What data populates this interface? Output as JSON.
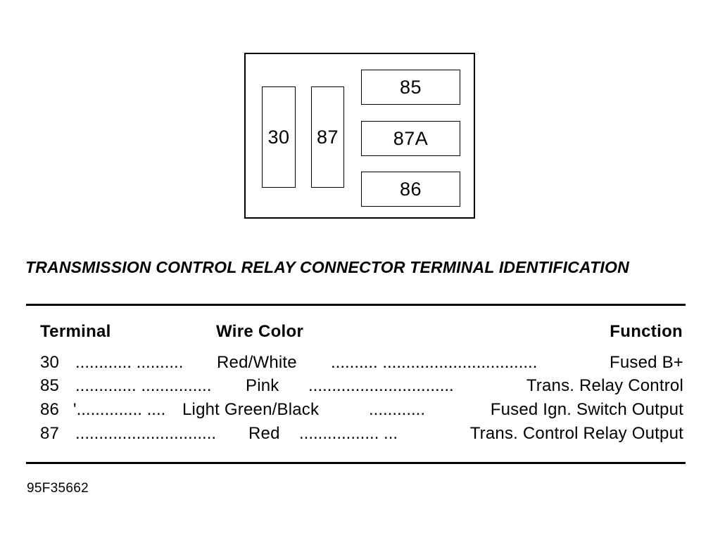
{
  "connector": {
    "pins": {
      "p30": "30",
      "p87": "87",
      "p85": "85",
      "p87a": "87A",
      "p86": "86"
    }
  },
  "table": {
    "title": "TRANSMISSION CONTROL RELAY CONNECTOR TERMINAL IDENTIFICATION",
    "headers": {
      "terminal": "Terminal",
      "wire_color": "Wire Color",
      "function": "Function"
    },
    "rows": [
      {
        "terminal": "30",
        "leader_before": "............ ..........",
        "wire_color": "Red/White",
        "leader_after": ".......... .................................",
        "function": "Fused B+"
      },
      {
        "terminal": "85",
        "leader_before": "............. ...............",
        "wire_color": "Pink",
        "leader_after": "...............................",
        "function": "Trans. Relay Control"
      },
      {
        "terminal": "86",
        "leader_before": "'.............. ....",
        "wire_color": "Light Green/Black",
        "leader_after": "............",
        "function": "Fused Ign. Switch Output"
      },
      {
        "terminal": "87",
        "leader_before": "..............................",
        "wire_color": "Red",
        "leader_after": "................. ...",
        "function": "Trans. Control Relay Output"
      }
    ]
  },
  "figure_id": "95F35662"
}
